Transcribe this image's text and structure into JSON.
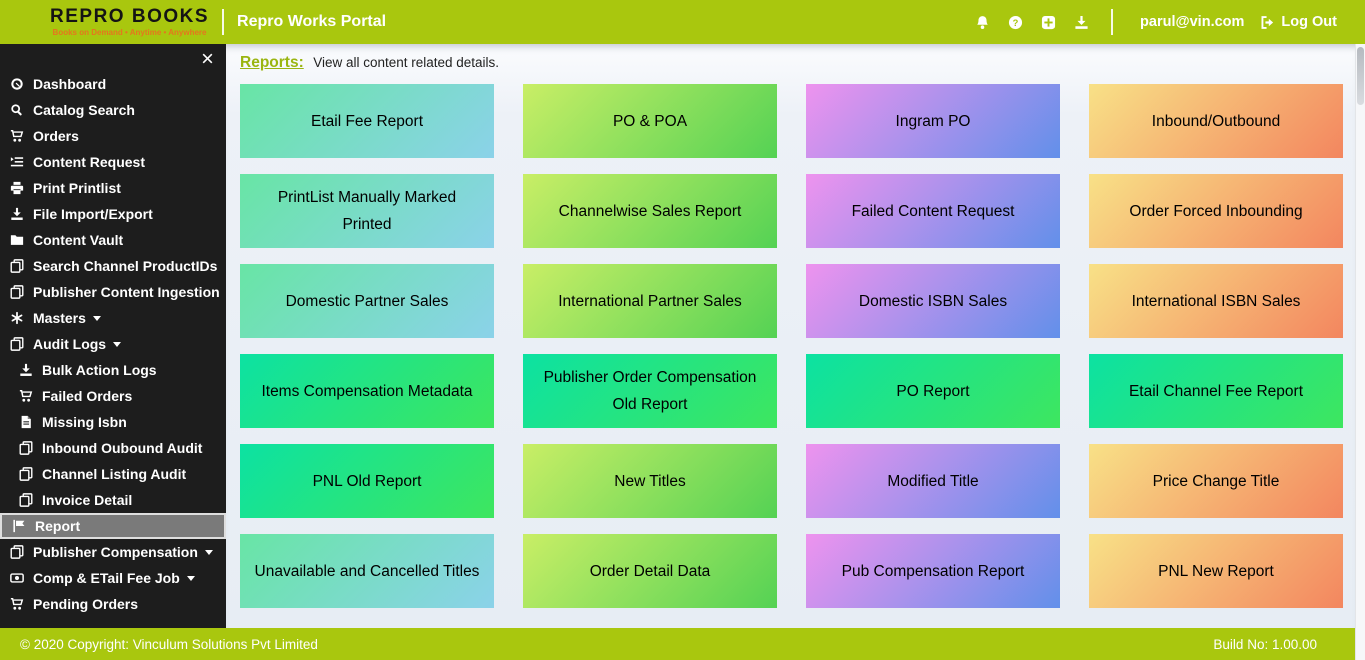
{
  "header": {
    "logo_title": "REPRO BOOKS",
    "logo_tagline": "Books on Demand • Anytime • Anywhere",
    "portal_title": "Repro Works Portal",
    "icons": [
      "bell",
      "help",
      "add",
      "download"
    ],
    "user_email": "parul@vin.com",
    "logout_label": "Log Out"
  },
  "sidebar": {
    "items": [
      {
        "label": "Dashboard",
        "icon": "dashboard"
      },
      {
        "label": "Catalog Search",
        "icon": "search"
      },
      {
        "label": "Orders",
        "icon": "cart"
      },
      {
        "label": "Content Request",
        "icon": "list"
      },
      {
        "label": "Print Printlist",
        "icon": "printer"
      },
      {
        "label": "File Import/Export",
        "icon": "download"
      },
      {
        "label": "Content Vault",
        "icon": "folder"
      },
      {
        "label": "Search Channel ProductIDs",
        "icon": "copy"
      },
      {
        "label": "Publisher Content Ingestion",
        "icon": "copy"
      },
      {
        "label": "Masters",
        "icon": "asterisk",
        "caret": true
      },
      {
        "label": "Audit Logs",
        "icon": "copy",
        "caret": true
      },
      {
        "label": "Bulk Action Logs",
        "icon": "download",
        "sub": true
      },
      {
        "label": "Failed Orders",
        "icon": "cart",
        "sub": true
      },
      {
        "label": "Missing Isbn",
        "icon": "file",
        "sub": true
      },
      {
        "label": "Inbound Oubound Audit",
        "icon": "copy",
        "sub": true
      },
      {
        "label": "Channel Listing Audit",
        "icon": "copy",
        "sub": true
      },
      {
        "label": "Invoice Detail",
        "icon": "copy",
        "sub": true
      },
      {
        "label": "Report",
        "icon": "flag",
        "selected": true
      },
      {
        "label": "Publisher Compensation",
        "icon": "copy",
        "caret": true
      },
      {
        "label": "Comp & ETail Fee Job",
        "icon": "money",
        "caret": true
      },
      {
        "label": "Pending Orders",
        "icon": "cart"
      }
    ]
  },
  "reports": {
    "title": "Reports:",
    "subtitle": "View all content related details.",
    "cards": [
      {
        "label": "Etail Fee Report",
        "color": "teal"
      },
      {
        "label": "PO & POA",
        "color": "lime"
      },
      {
        "label": "Ingram PO",
        "color": "violet"
      },
      {
        "label": "Inbound/Outbound",
        "color": "orange"
      },
      {
        "label": "PrintList Manually Marked Printed",
        "color": "teal"
      },
      {
        "label": "Channelwise Sales Report",
        "color": "lime"
      },
      {
        "label": "Failed Content Request",
        "color": "violet"
      },
      {
        "label": "Order Forced Inbounding",
        "color": "orange"
      },
      {
        "label": "Domestic Partner Sales",
        "color": "teal"
      },
      {
        "label": "International Partner Sales",
        "color": "lime"
      },
      {
        "label": "Domestic ISBN Sales",
        "color": "violet"
      },
      {
        "label": "International ISBN Sales",
        "color": "orange"
      },
      {
        "label": "Items Compensation Metadata",
        "color": "green"
      },
      {
        "label": "Publisher Order Compensation Old Report",
        "color": "green"
      },
      {
        "label": "PO Report",
        "color": "green"
      },
      {
        "label": "Etail Channel Fee Report",
        "color": "green"
      },
      {
        "label": "PNL Old Report",
        "color": "green"
      },
      {
        "label": "New Titles",
        "color": "lime"
      },
      {
        "label": "Modified Title",
        "color": "violet"
      },
      {
        "label": "Price Change Title",
        "color": "orange"
      },
      {
        "label": "Unavailable and Cancelled Titles",
        "color": "teal"
      },
      {
        "label": "Order Detail Data",
        "color": "lime"
      },
      {
        "label": "Pub Compensation Report",
        "color": "violet"
      },
      {
        "label": "PNL New Report",
        "color": "orange"
      }
    ]
  },
  "footer": {
    "copyright": "© 2020 Copyright: Vinculum Solutions Pvt Limited",
    "build": "Build No: 1.00.00"
  },
  "colors": {
    "brand_green": "#a9c70e",
    "sidebar_bg": "#1d1d1d",
    "selected_item_bg": "#7a7a7a",
    "tagline_orange": "#e5761e",
    "gradients": {
      "teal": [
        "#68e5a5",
        "#8bd2e9"
      ],
      "lime": [
        "#c9ee66",
        "#54d254"
      ],
      "violet": [
        "#ee93ee",
        "#6290ea"
      ],
      "orange": [
        "#f8e187",
        "#f3865f"
      ],
      "green": [
        "#0ce2a2",
        "#3ee65f"
      ]
    }
  }
}
